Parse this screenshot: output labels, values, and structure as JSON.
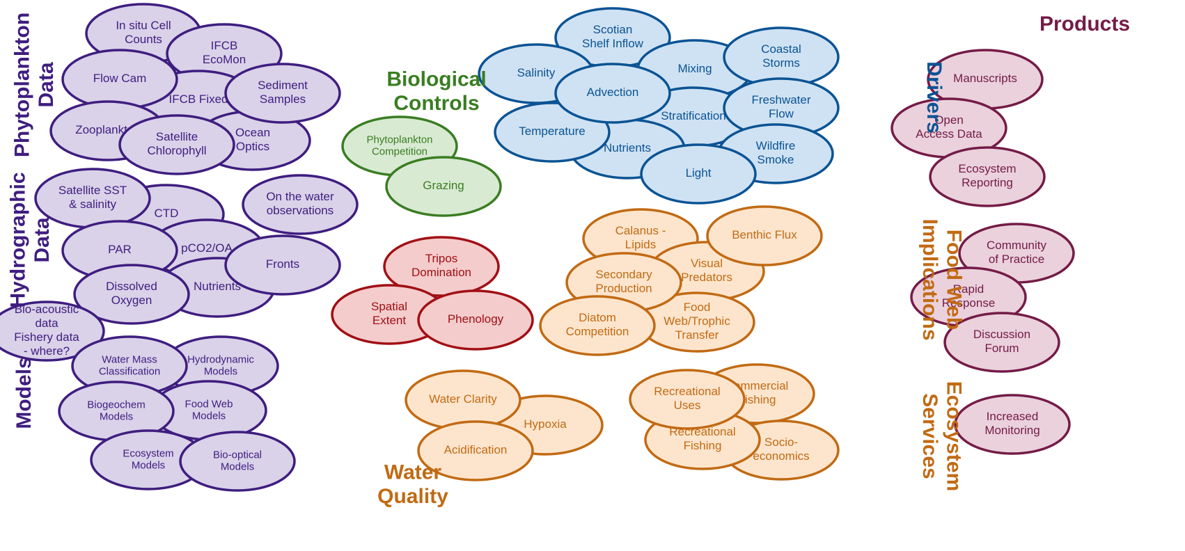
{
  "colors": {
    "purple": {
      "fill": "#d9d2e9",
      "stroke": "#3f1d7f",
      "text": "#3f1d7f"
    },
    "green": {
      "fill": "#d9ead3",
      "stroke": "#3a7d22",
      "text": "#3a7d22"
    },
    "blue": {
      "fill": "#cfe2f3",
      "stroke": "#0b5394",
      "text": "#0b5394"
    },
    "red": {
      "fill": "#f4cccc",
      "stroke": "#a10f14",
      "text": "#a10f14"
    },
    "orange": {
      "fill": "#fde5cd",
      "stroke": "#c16a13",
      "text": "#c16a13"
    },
    "maroon": {
      "fill": "#ead1dc",
      "stroke": "#741b47",
      "text": "#741b47"
    }
  },
  "headings": {
    "phytoplankton_data": "Phytoplankton Data",
    "hydrographic_data": "Hydrographic Data",
    "models": "Models",
    "biological_controls": "Biological Controls",
    "drivers": "Drivers",
    "products": "Products",
    "food_web_implications": "Food Web Implications",
    "water_quality": "Water Quality",
    "ecosystem_services": "Ecosystem Services"
  },
  "groups": {
    "phytoplankton": {
      "color": "purple",
      "items": [
        "In situ Cell Counts",
        "IFCB EcoMon",
        "IFCB Fixed",
        "Flow Cam",
        "Sediment Samples",
        "Ocean Optics",
        "Zooplankton",
        "Satellite Chlorophyll"
      ]
    },
    "hydrographic": {
      "color": "purple",
      "items": [
        "CTD",
        "Satellite SST & salinity",
        "On the water observations",
        "pCO2/OA",
        "PAR",
        "Fronts",
        "Nutrients",
        "Dissolved Oxygen",
        "Bio-acoustic data Fishery data - where?"
      ]
    },
    "models": {
      "color": "purple",
      "items": [
        "Water Mass Classification",
        "Hydrodynamic Models",
        "Food Web Models",
        "Biogeochem Models",
        "Ecosystem Models",
        "Bio-optical Models"
      ]
    },
    "biological": {
      "color": "green",
      "items": [
        "Phytoplankton Competition",
        "Grazing"
      ]
    },
    "drivers": {
      "color": "blue",
      "items": [
        "Scotian Shelf Inflow",
        "Mixing",
        "Coastal Storms",
        "Salinity",
        "Stratification",
        "Freshwater Flow",
        "Advection",
        "Nutrients",
        "Temperature",
        "Wildfire Smoke",
        "Light"
      ]
    },
    "hab": {
      "color": "red",
      "items": [
        "Tripos Domination",
        "Spatial Extent",
        "Phenology"
      ]
    },
    "foodweb": {
      "color": "orange",
      "items": [
        "Calanus - Lipids",
        "Benthic Flux",
        "Visual Predators",
        "Secondary Production",
        "Food Web/Trophic Transfer",
        "Diatom Competition"
      ]
    },
    "waterquality": {
      "color": "orange",
      "items": [
        "Hypoxia",
        "Water Clarity",
        "Acidification"
      ]
    },
    "services": {
      "color": "orange",
      "items": [
        "Commercial Fishing",
        "Socio-economics",
        "Recreational Fishing",
        "Recreational Uses"
      ]
    },
    "products": {
      "color": "maroon",
      "items": [
        "Manuscripts",
        "Open Access Data",
        "Ecosystem Reporting",
        "Community of Practice",
        "Rapid Response",
        "Discussion Forum",
        "Increased Monitoring"
      ]
    }
  }
}
